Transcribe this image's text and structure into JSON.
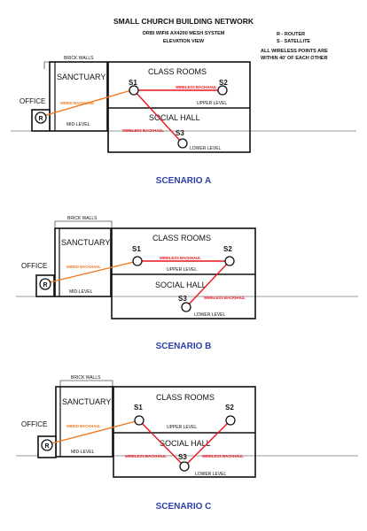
{
  "header": {
    "title": "SMALL CHURCH BUILDING NETWORK",
    "subtitle1": "ORBI WIFI6 AX4200  MESH SYSTEM",
    "subtitle2": "ELEVATION VIEW"
  },
  "legend": {
    "router": "R - ROUTER",
    "satellite": "S - SATELLITE",
    "note_line1": "ALL WIRELESS POINTS ARE",
    "note_line2": "WITHIN 40' OF EACH OTHER"
  },
  "labels": {
    "brick_walls": "BRICK WALLS",
    "sanctuary": "SANCTUARY",
    "class_rooms": "CLASS ROOMS",
    "social_hall": "SOCIAL HALL",
    "office": "OFFICE",
    "upper_level": "UPPER LEVEL",
    "mid_level": "MID-LEVEL",
    "lower_level": "LOWER LEVEL",
    "wired_backhaul": "WIRED BACKHAUL",
    "wireless_backhaul": "WIRELESS BACKHAUL",
    "router_symbol": "R",
    "s1": "S1",
    "s2": "S2",
    "s3": "S3"
  },
  "scenarios": [
    {
      "title": "SCENARIO A"
    },
    {
      "title": "SCENARIO B"
    },
    {
      "title": "SCENARIO C"
    }
  ],
  "colors": {
    "wired": "#f07a22",
    "wireless": "#e8141c",
    "scenario_title": "#2b3fa8"
  }
}
